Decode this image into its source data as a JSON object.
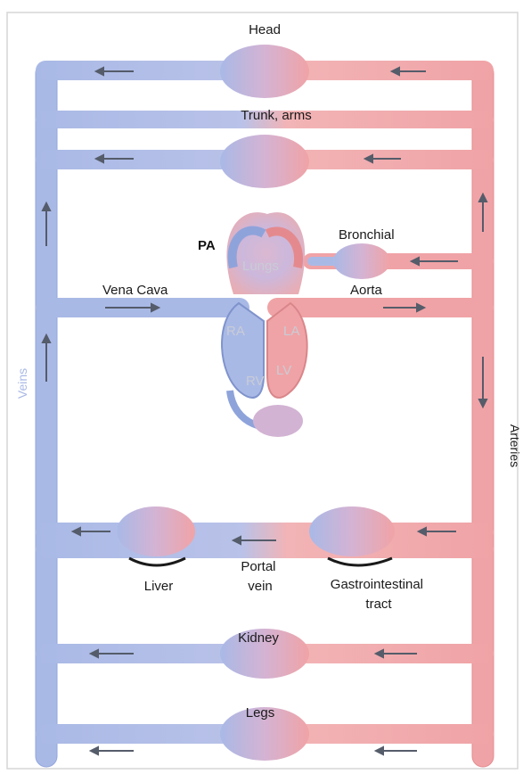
{
  "labels": {
    "head": "Head",
    "trunk": "Trunk, arms",
    "bronchial": "Bronchial",
    "pa": "PA",
    "lungs": "Lungs",
    "vena_cava": "Vena Cava",
    "aorta": "Aorta",
    "ra": "RA",
    "la": "LA",
    "rv": "RV",
    "lv": "LV",
    "liver": "Liver",
    "portal_vein": "Portal\nvein",
    "gi_tract": "Gastrointestinal\ntract",
    "kidney": "Kidney",
    "legs": "Legs",
    "veins": "Veins",
    "arteries": "Arteries"
  },
  "colors": {
    "venous": "#a9b9e6",
    "venous_edge": "#8fa3db",
    "arterial": "#f0a3a6",
    "arterial_edge": "#e48a8e",
    "arrow": "#555c6a",
    "frame": "#cfcfcf"
  }
}
